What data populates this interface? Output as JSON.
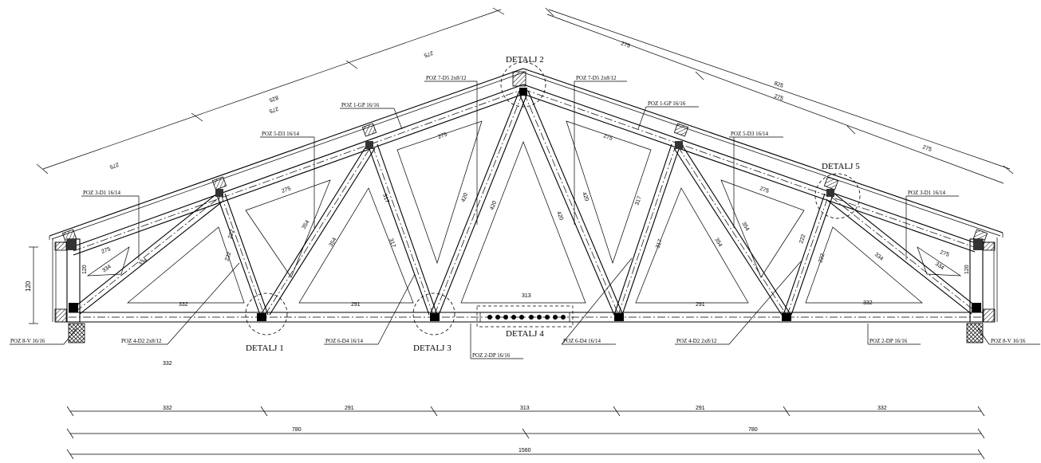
{
  "details": {
    "d1": "DETALJ 1",
    "d2": "DETALJ 2",
    "d3": "DETALJ 3",
    "d4": "DETALJ 4",
    "d5": "DETALJ 5"
  },
  "positions": {
    "p1_left": "POZ 1-GP 16/16",
    "p1_right": "POZ 1-GP 16/16",
    "p2_mid": "POZ 2-DP 16/16",
    "p2_right": "POZ 2-DP 16/16",
    "p3_left": "POZ 3-D1 16/14",
    "p3_right": "POZ 3-D1 16/14",
    "p4_left": "POZ 4-D2 2x8/12",
    "p4_right": "POZ 4-D2 2x8/12",
    "p5_left": "POZ 5-D3 16/14",
    "p5_right": "POZ 5-D3 16/14",
    "p6_left": "POZ 6-D4 16/14",
    "p6_right": "POZ 6-D4 16/14",
    "p7_left": "POZ 7-D5 2x8/12",
    "p7_right": "POZ 7-D5 2x8/12",
    "p8_left": "POZ 8-V 16/16",
    "p8_right": "POZ 8-V 16/16"
  },
  "member_lengths": {
    "m120": "120",
    "m222": "222",
    "m275": "275",
    "m291": "291",
    "m313": "313",
    "m317": "317",
    "m332": "332",
    "m334": "334",
    "m354": "354",
    "m420": "420"
  },
  "roof_dims": {
    "left_275": "275",
    "left_825": "825",
    "right_275": "275",
    "right_825": "825"
  },
  "bottom_dims": {
    "row1": [
      "332",
      "291",
      "313",
      "291",
      "332"
    ],
    "row2": [
      "780",
      "780"
    ],
    "row3": "1560"
  },
  "height_dim": "120",
  "stray_label": "332"
}
